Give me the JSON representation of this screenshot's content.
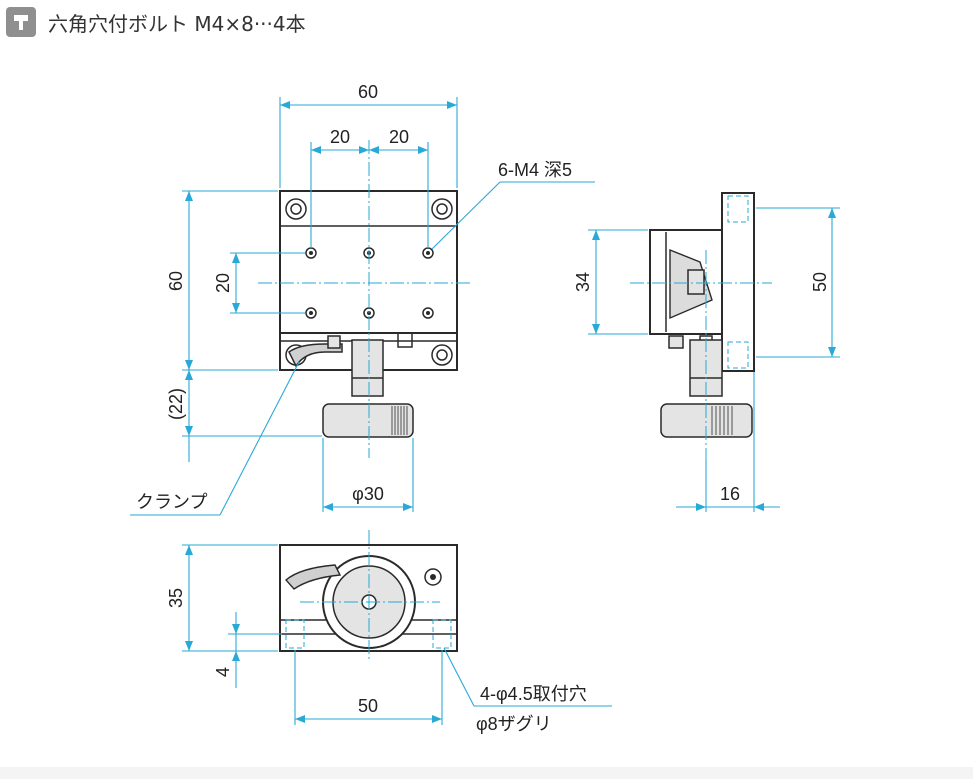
{
  "header": {
    "title": "六角穴付ボルト M4×8···4本",
    "icon": "hex-bolt-icon"
  },
  "dims": {
    "top_width": "60",
    "hole_pitch_left": "20",
    "hole_pitch_right": "20",
    "tapped_holes": "6-M4 深5",
    "side_height": "60",
    "hole_pitch_vertical": "20",
    "knob_height": "(22)",
    "clamp": "クランプ",
    "knob_diameter": "φ30",
    "side_height_34": "34",
    "side_height_50": "50",
    "side_width_16": "16",
    "front_height": "35",
    "front_offset": "4",
    "front_pitch": "50",
    "mount_holes": "4-φ4.5取付穴",
    "counterbore": "φ8ザグリ"
  },
  "colors": {
    "dimension_line": "#29a9d6",
    "outline": "#2a2a2a",
    "fill": "#e4e4e4",
    "header_icon_bg": "#8f8f8f"
  }
}
